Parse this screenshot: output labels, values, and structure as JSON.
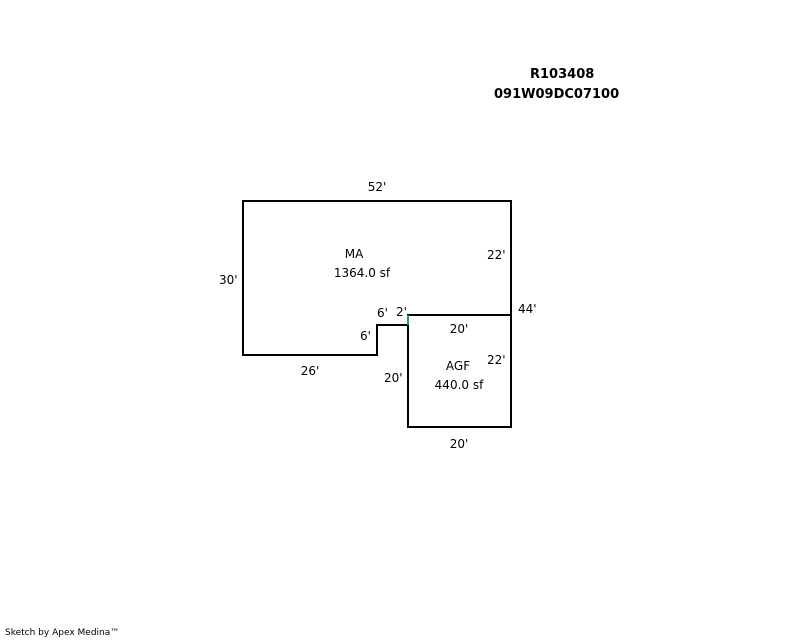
{
  "header": {
    "account_id": "R103408",
    "parcel_number": "091W09DC07100"
  },
  "areas": [
    {
      "code": "MA",
      "area": "1364.0 sf"
    },
    {
      "code": "AGF",
      "area": "440.0 sf"
    }
  ],
  "dimensions": {
    "ma_top": "52'",
    "ma_left": "30'",
    "ma_right_upper": "22'",
    "ma_right_total": "44'",
    "ma_bottom": "26'",
    "notch_vertical": "6'",
    "notch_horizontal": "6'",
    "notch_step": "2'",
    "agf_top": "20'",
    "agf_left": "20'",
    "agf_right": "22'",
    "agf_bottom": "20'"
  },
  "colors": {
    "outline": "#000000",
    "accent_segment": "#2f8f8f"
  },
  "footer": {
    "credit": "Sketch by Apex Medina™"
  }
}
